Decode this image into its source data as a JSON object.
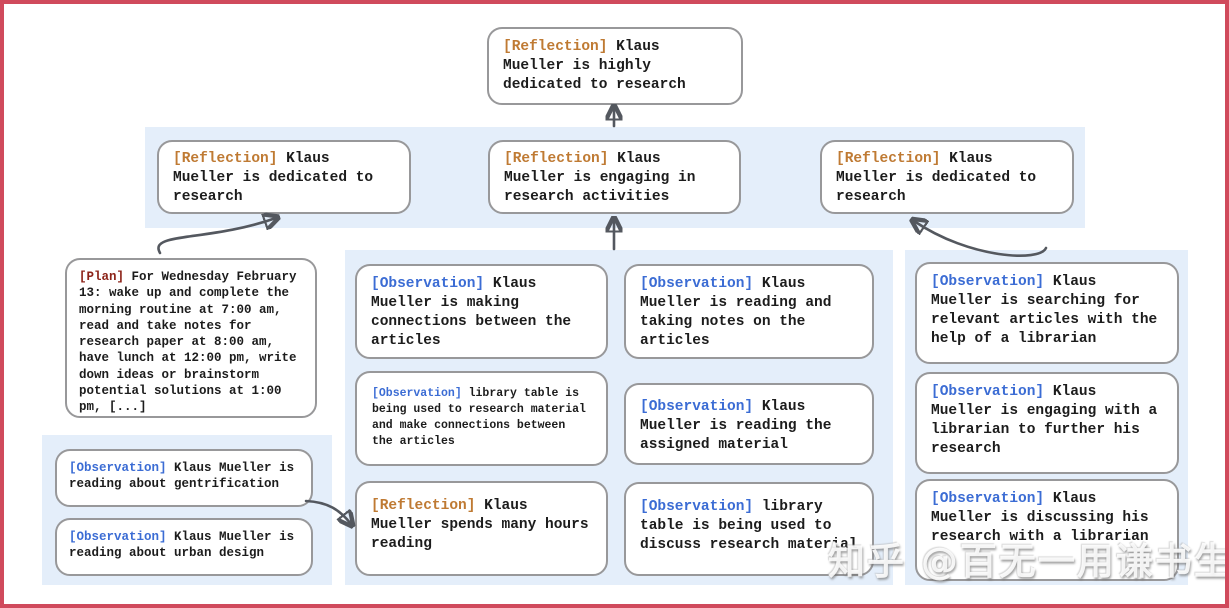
{
  "palette": {
    "border_red": "#d04a5c",
    "band_blue": "#e4eefa",
    "box_border_gray": "#98989a",
    "arrow_gray": "#54585f",
    "tag_reflection": "#bf7a33",
    "tag_observation": "#3b6cd4",
    "tag_plan": "#8c2318",
    "text_black": "#1c1c1c"
  },
  "nodes": {
    "top": {
      "tag": "[Reflection]",
      "text": "Klaus Mueller is highly dedicated to research"
    },
    "reflections_row": [
      {
        "tag": "[Reflection]",
        "text": "Klaus Mueller is dedicated to research"
      },
      {
        "tag": "[Reflection]",
        "text": "Klaus Mueller is engaging in research activities"
      },
      {
        "tag": "[Reflection]",
        "text": "Klaus Mueller is dedicated to research"
      }
    ],
    "plan": {
      "tag": "[Plan]",
      "text": "For Wednesday February 13: wake up and complete the morning routine at 7:00 am, read and take notes for research paper at 8:00 am, have lunch at 12:00 pm, write down ideas or brainstorm potential solutions at 1:00 pm, [...]"
    },
    "left_observations": [
      {
        "tag": "[Observation]",
        "text": "Klaus Mueller is reading about gentrification"
      },
      {
        "tag": "[Observation]",
        "text": "Klaus Mueller is reading about urban design"
      }
    ],
    "middle_left_column": [
      {
        "tag": "[Observation]",
        "text": "Klaus Mueller is making connections between the articles"
      },
      {
        "tag": "[Observation]",
        "text": "library table is being used to research material and make connections between the articles"
      },
      {
        "tag": "[Reflection]",
        "text": "Klaus Mueller spends many hours reading"
      }
    ],
    "middle_right_column": [
      {
        "tag": "[Observation]",
        "text": "Klaus Mueller is reading and taking notes on the articles"
      },
      {
        "tag": "[Observation]",
        "text": "Klaus Mueller is reading the assigned material"
      },
      {
        "tag": "[Observation]",
        "text": "library table is being used to discuss research material"
      }
    ],
    "right_column": [
      {
        "tag": "[Observation]",
        "text": "Klaus Mueller is searching for relevant articles with the help of a librarian"
      },
      {
        "tag": "[Observation]",
        "text": "Klaus Mueller is engaging with a librarian to further his research"
      },
      {
        "tag": "[Observation]",
        "text": "Klaus Mueller is discussing his research with a librarian"
      }
    ]
  },
  "edges": [
    {
      "from": "reflections-band",
      "to": "node-top-reflection"
    },
    {
      "from": "node-plan",
      "to": "node-reflection-row-1"
    },
    {
      "from": "middle-band",
      "to": "node-reflection-row-2"
    },
    {
      "from": "right-band",
      "to": "node-reflection-row-3"
    },
    {
      "from": "left-observations-band",
      "to": "node-reflection-spends-hours"
    }
  ],
  "watermark": "知乎 @百无一用谦书生"
}
